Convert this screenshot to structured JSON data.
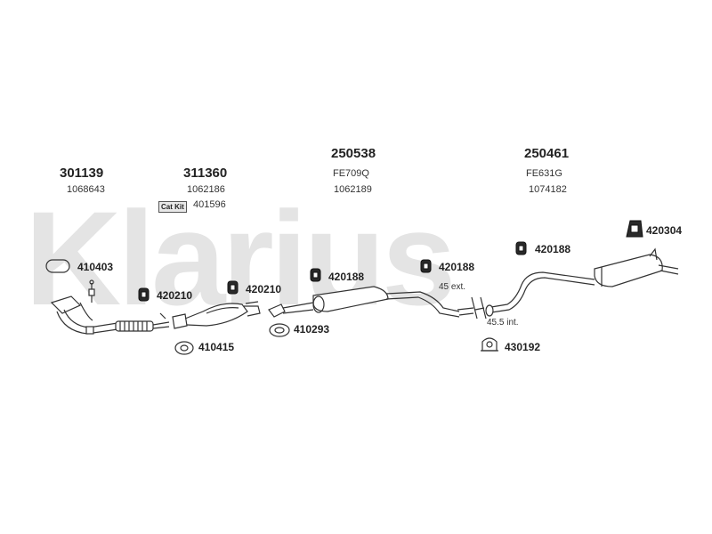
{
  "brand": {
    "watermark": "Klarius"
  },
  "groups": [
    {
      "part": "301139",
      "ref": "1068643"
    },
    {
      "part": "311360",
      "ref": "1062186",
      "catkit_label": "Cat Kit",
      "catkit_ref": "401596"
    },
    {
      "part": "250538",
      "code": "FE709Q",
      "ref": "1062189"
    },
    {
      "part": "250461",
      "code": "FE631G",
      "ref": "1074182"
    }
  ],
  "fittings": [
    {
      "id": "410403"
    },
    {
      "id": "420210"
    },
    {
      "id": "420210"
    },
    {
      "id": "420188"
    },
    {
      "id": "420188"
    },
    {
      "id": "420188"
    },
    {
      "id": "420304"
    },
    {
      "id": "410415"
    },
    {
      "id": "410293"
    },
    {
      "id": "430192"
    }
  ],
  "notes": {
    "ext": "45 ext.",
    "int": "45.5 int."
  },
  "colors": {
    "line": "#333333",
    "watermark": "#e4e4e4",
    "text": "#222222"
  }
}
